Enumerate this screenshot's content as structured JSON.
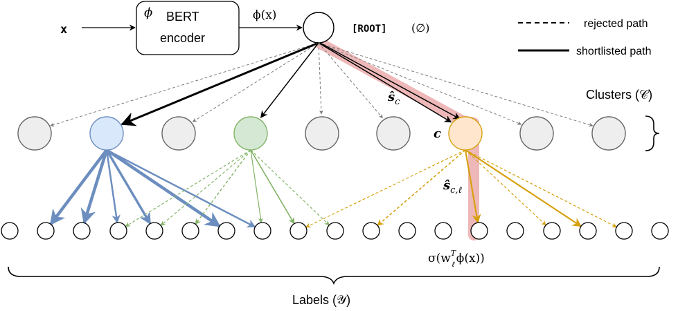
{
  "input": {
    "label": "x"
  },
  "encoder": {
    "symbol": "ϕ",
    "line1": "BERT",
    "line2": "encoder",
    "output_label": "ϕ(x)"
  },
  "root": {
    "tag": "[ROOT]",
    "set": "(∅)"
  },
  "legend": {
    "rejected": "rejected path",
    "shortlisted": "shortlisted path"
  },
  "clusters": {
    "title": "Clusters (𝒞)",
    "count": 9,
    "score_label": "ŝ",
    "score_sub": "c",
    "selected_label": "c"
  },
  "labels": {
    "title": "Labels (𝒴)",
    "count": 19,
    "score_label": "ŝ",
    "score_sub": "c,ℓ",
    "formula": "σ(w",
    "formula_sup": "T",
    "formula_sub": "ℓ",
    "formula_tail": "ϕ(x))"
  },
  "colors": {
    "gray_node": "#eeeeee",
    "blue_node": "#dae8fc",
    "blue_edge": "#6c8ebf",
    "green_node": "#d5e8d4",
    "green_edge": "#82b366",
    "orange_node": "#ffe6cc",
    "orange_edge": "#d6a10e",
    "highlight": "#e8a0a0"
  }
}
